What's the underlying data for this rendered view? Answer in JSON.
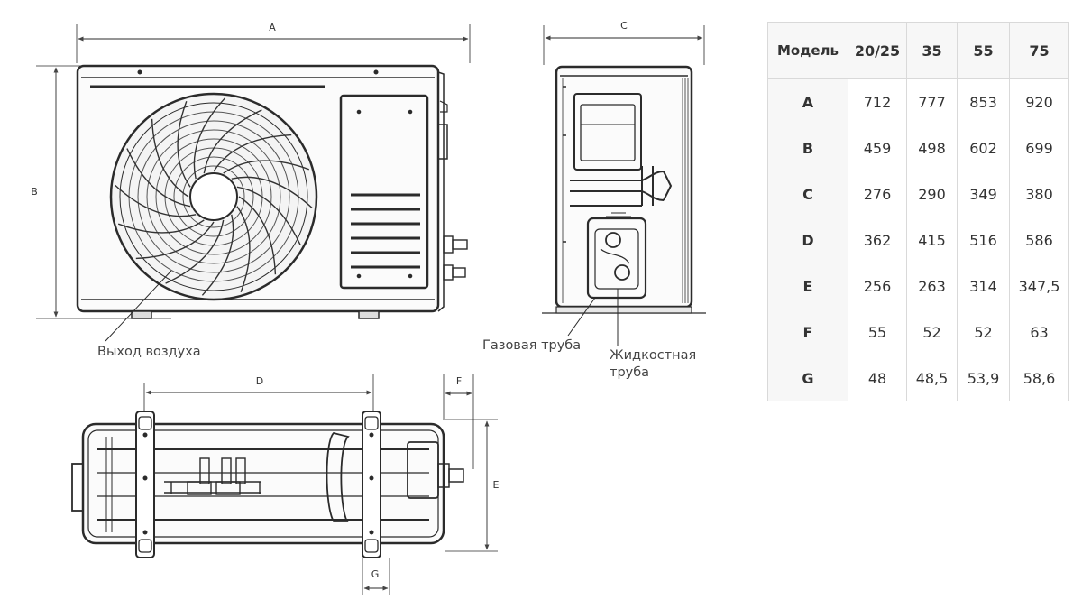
{
  "labels": {
    "dim_A": "A",
    "dim_B": "B",
    "dim_C": "C",
    "dim_D": "D",
    "dim_E": "E",
    "dim_F": "F",
    "dim_G": "G",
    "air_outlet": "Выход воздуха",
    "gas_pipe": "Газовая труба",
    "liquid_pipe_line1": "Жидкостная",
    "liquid_pipe_line2": "труба"
  },
  "table": {
    "header": [
      "Модель",
      "20/25",
      "35",
      "55",
      "75"
    ],
    "rows": [
      [
        "A",
        "712",
        "777",
        "853",
        "920"
      ],
      [
        "B",
        "459",
        "498",
        "602",
        "699"
      ],
      [
        "C",
        "276",
        "290",
        "349",
        "380"
      ],
      [
        "D",
        "362",
        "415",
        "516",
        "586"
      ],
      [
        "E",
        "256",
        "263",
        "314",
        "347,5"
      ],
      [
        "F",
        "55",
        "52",
        "52",
        "63"
      ],
      [
        "G",
        "48",
        "48,5",
        "53,9",
        "58,6"
      ]
    ]
  }
}
